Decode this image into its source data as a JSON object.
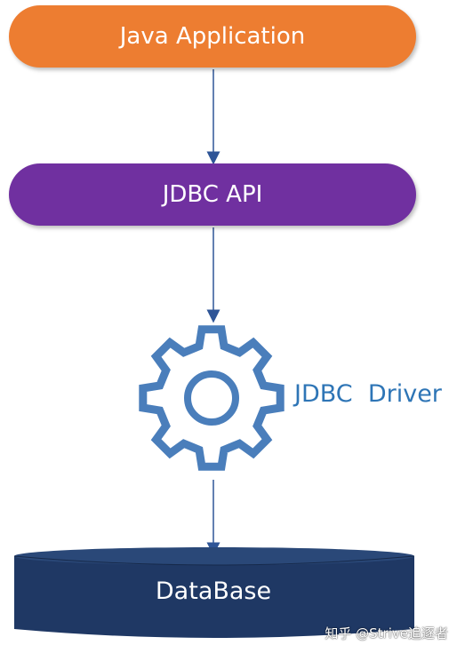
{
  "nodes": {
    "application": {
      "label": "Java Application",
      "color": "#ED7D31"
    },
    "api": {
      "label": "JDBC  API",
      "color": "#7030A0"
    },
    "driver": {
      "label": "JDBC  Driver",
      "color": "#2E75B6",
      "icon": "gear-icon"
    },
    "database": {
      "label": "DataBase",
      "color": "#1F3864",
      "icon": "database-cylinder-icon"
    }
  },
  "edges": [
    {
      "from": "application",
      "to": "api"
    },
    {
      "from": "api",
      "to": "driver"
    },
    {
      "from": "driver",
      "to": "database"
    }
  ],
  "watermark": "知乎 @Strive追逐者"
}
